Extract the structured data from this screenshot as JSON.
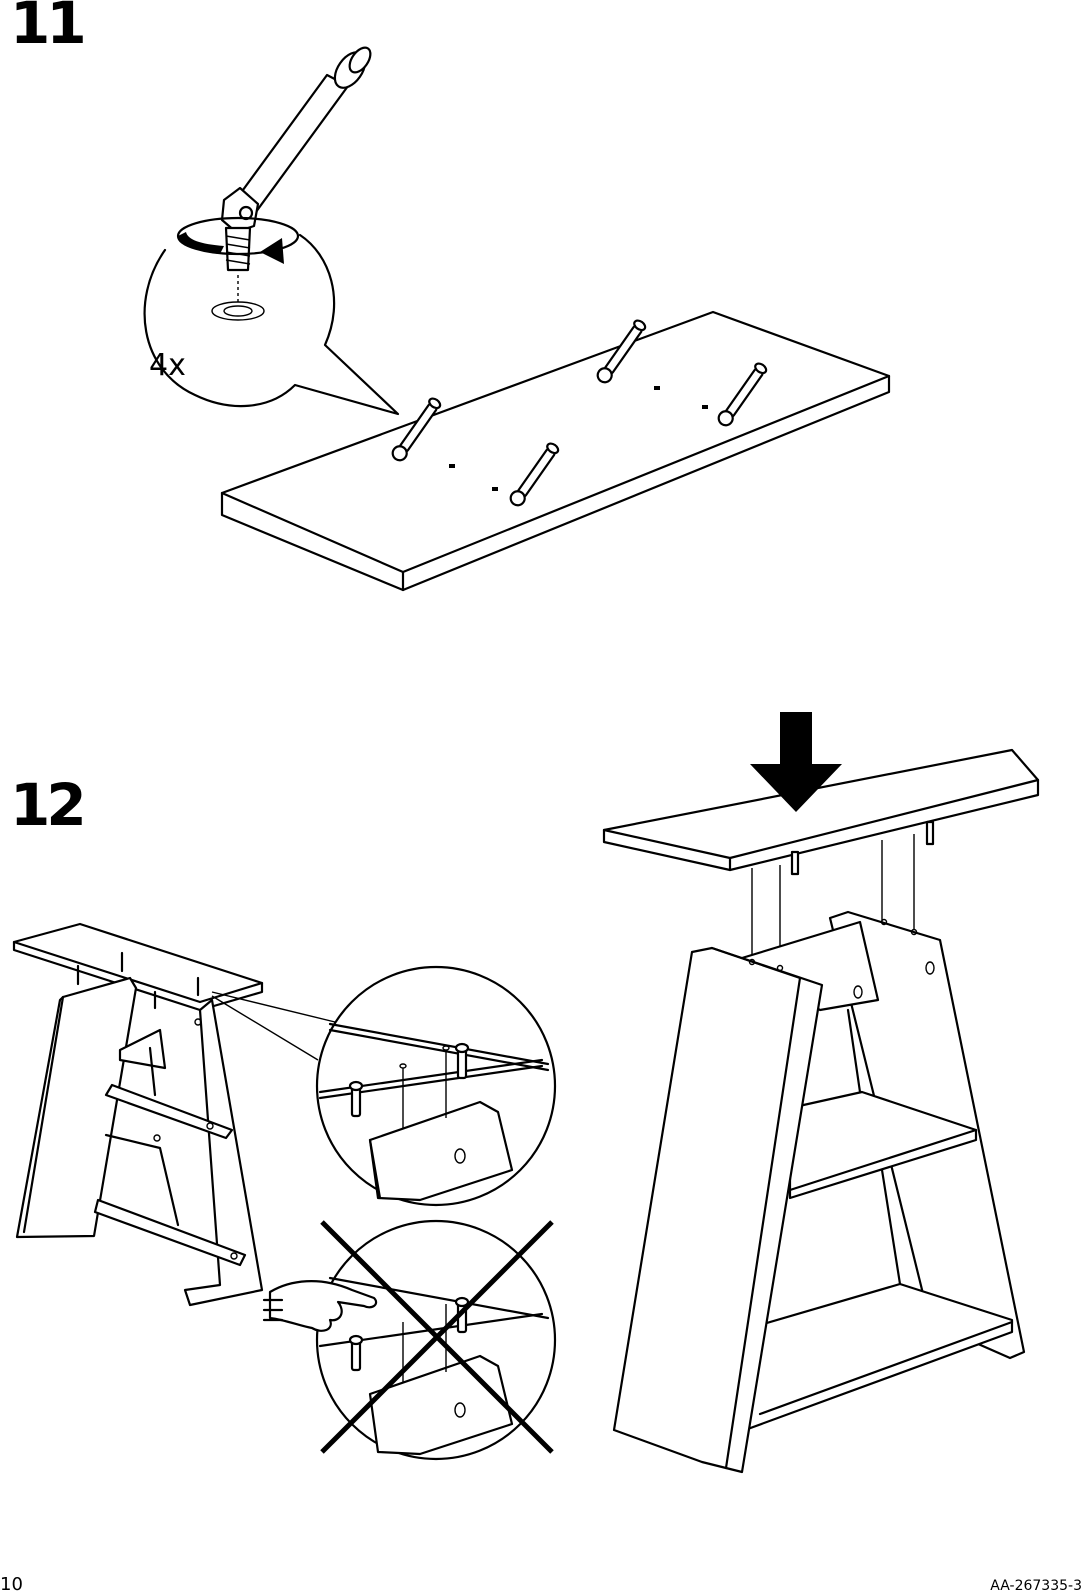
{
  "steps": {
    "step11": {
      "number": "11",
      "quantity": "4x"
    },
    "step12": {
      "number": "12"
    }
  },
  "footer": {
    "page_number": "10",
    "document_code": "AA-267335-3"
  },
  "colors": {
    "ink": "#000000",
    "paper": "#ffffff"
  }
}
